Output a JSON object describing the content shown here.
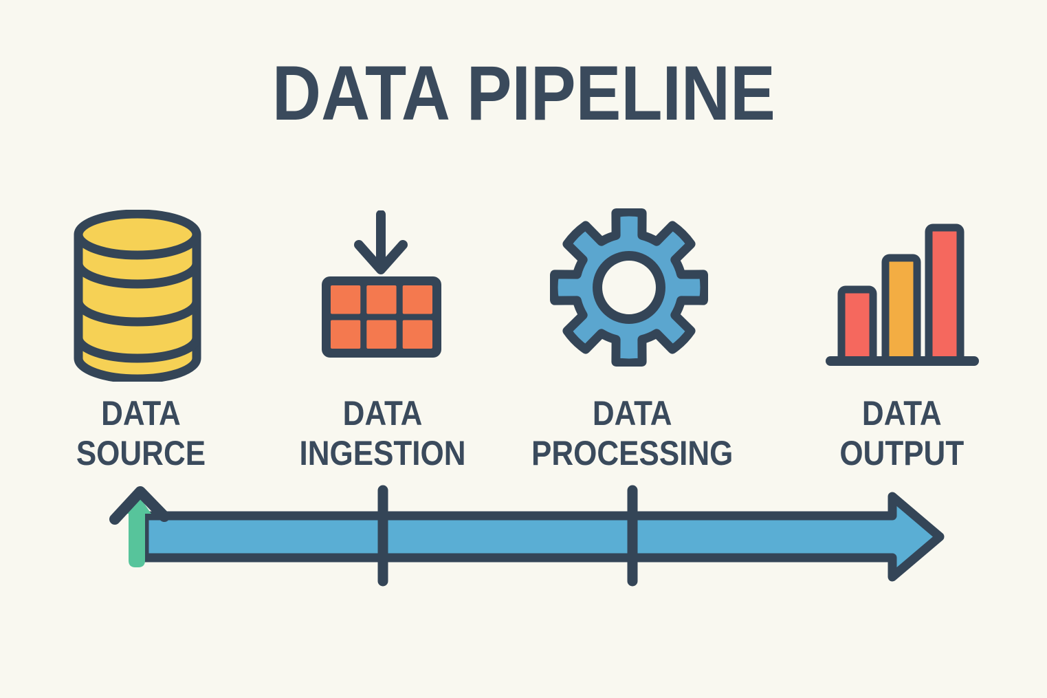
{
  "title": "DATA PIPELINE",
  "colors": {
    "background": "#f9f8f0",
    "navy": "#344557",
    "ink": "#3a4a5c",
    "yellow": "#f6d155",
    "orange": "#f4794f",
    "gear_blue": "#5ba6cf",
    "timeline_blue": "#5aaed4",
    "green": "#57c49b",
    "salmon": "#f5685e",
    "amber": "#f3ad43"
  },
  "stages": [
    {
      "label_line1": "DATA",
      "label_line2": "SOURCE",
      "icon": "database-icon"
    },
    {
      "label_line1": "DATA",
      "label_line2": "INGESTION",
      "icon": "table-ingestion-icon"
    },
    {
      "label_line1": "DATA",
      "label_line2": "PROCESSING",
      "icon": "gear-icon"
    },
    {
      "label_line1": "DATA",
      "label_line2": "OUTPUT",
      "icon": "bar-chart-icon"
    }
  ],
  "timeline": {
    "direction": "left-to-right",
    "start_marker": "green-up-arrow",
    "end_marker": "right-arrowhead",
    "tick_count": 2
  }
}
